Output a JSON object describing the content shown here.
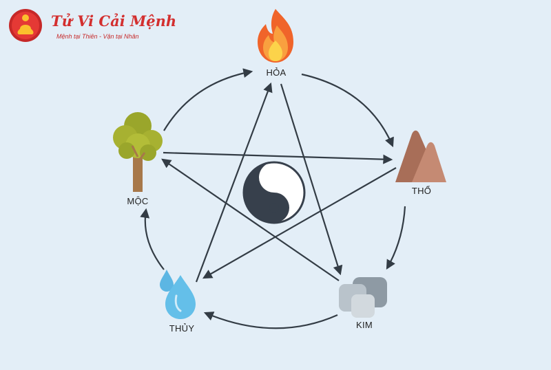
{
  "brand": {
    "title": "Tử Vi Cải Mệnh",
    "slogan": "Mệnh tại Thiên - Vận tại Nhân"
  },
  "elements": {
    "hoa": "HỎA",
    "tho": "THỔ",
    "kim": "KIM",
    "thuy": "THỦY",
    "moc": "MỘC"
  },
  "colors": {
    "background": "#e3eef7",
    "arrow": "#333c45",
    "brand_red": "#d32f2f",
    "yin_yang_dark": "#37404c"
  }
}
